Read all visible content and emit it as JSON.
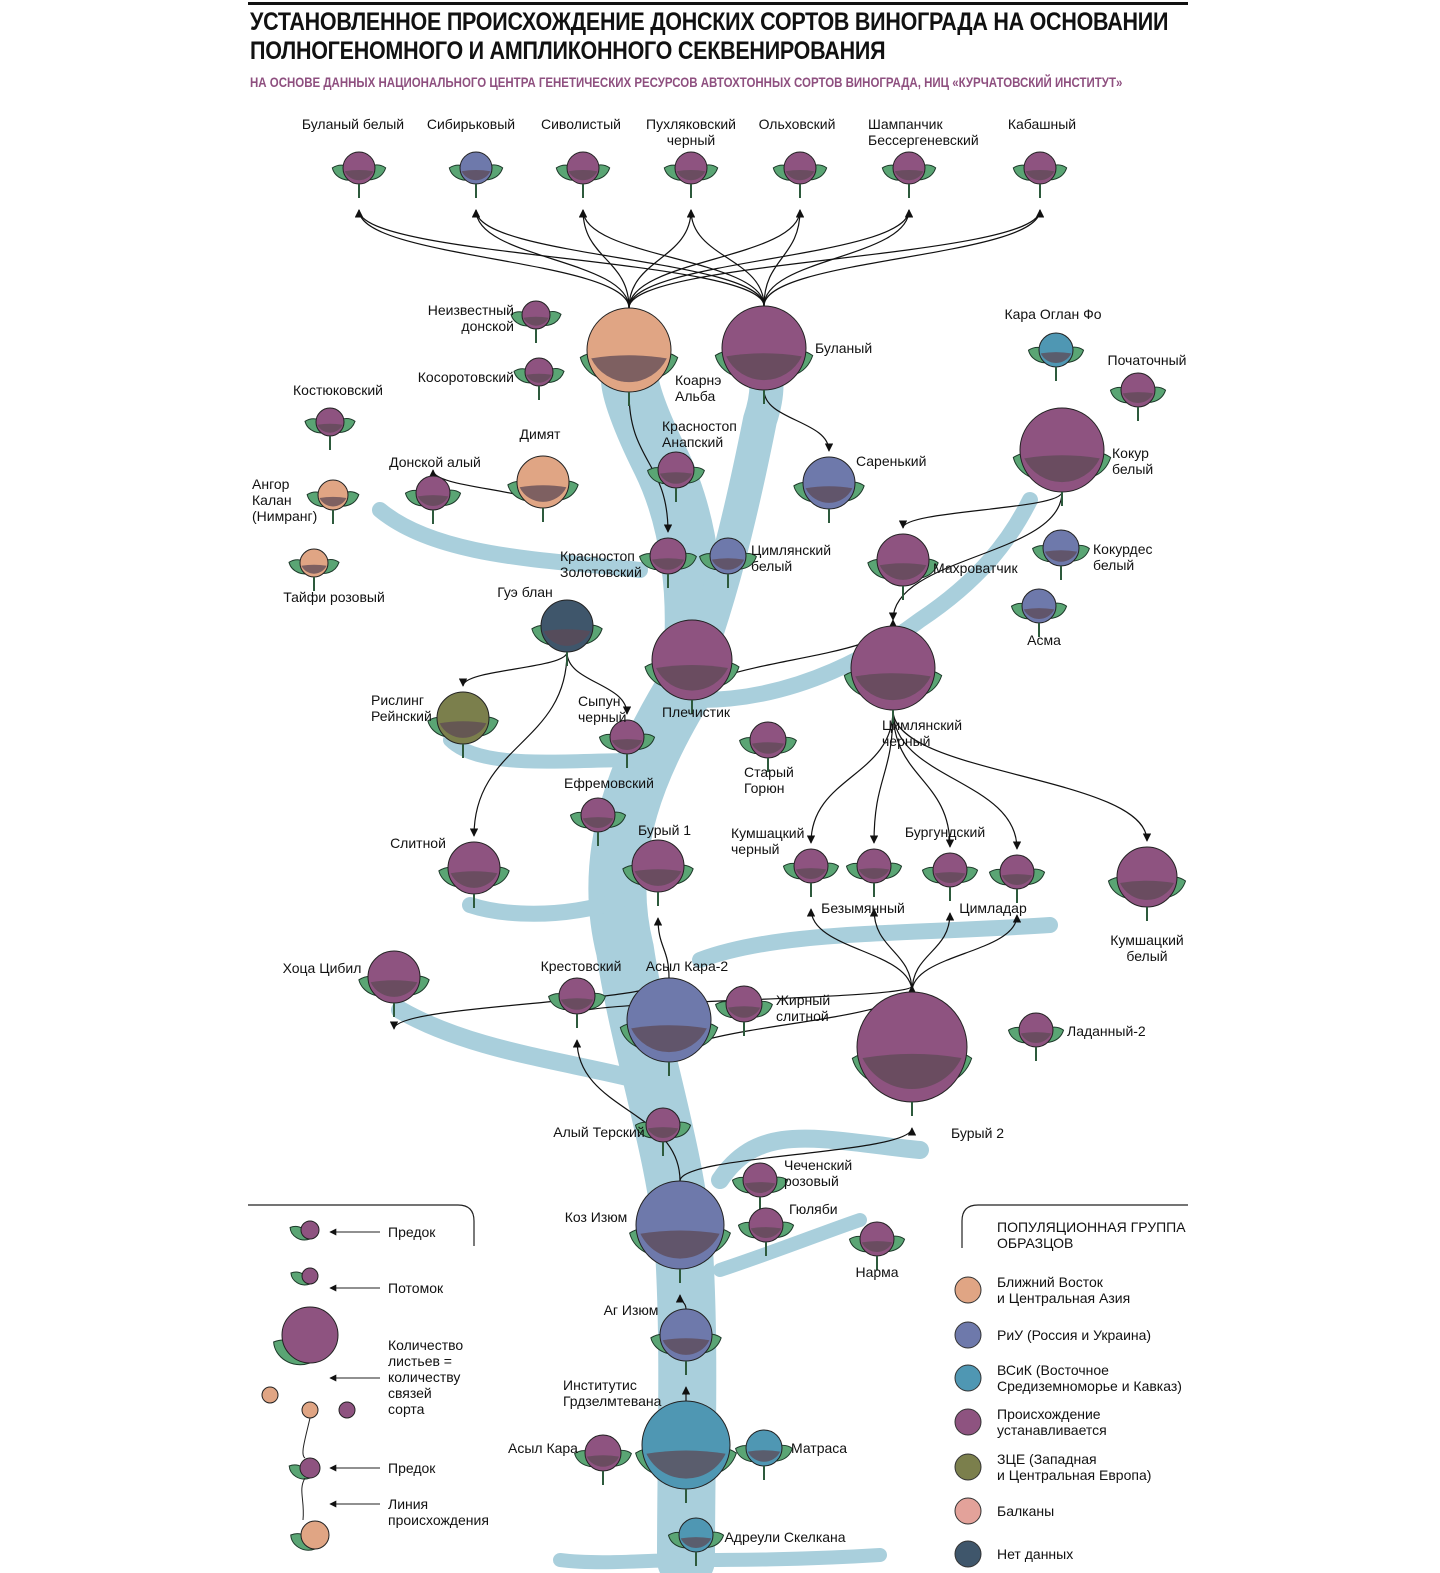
{
  "title": "УСТАНОВЛЕННОЕ ПРОИСХОЖДЕНИЕ ДОНСКИХ СОРТОВ ВИНОГРАДА НА ОСНОВАНИИ ПОЛНОГЕНОМНОГО И АМПЛИКОННОГО СЕКВЕНИРОВАНИЯ",
  "title_lines": [
    "УСТАНОВЛЕННОЕ ПРОИСХОЖДЕНИЕ ДОНСКИХ СОРТОВ ВИНОГРАДА НА ОСНОВАНИИ",
    "ПОЛНОГЕНОМНОГО И АМПЛИКОННОГО СЕКВЕНИРОВАНИЯ"
  ],
  "subtitle": "НА ОСНОВЕ ДАННЫХ НАЦИОНАЛЬНОГО ЦЕНТРА ГЕНЕТИЧЕСКИХ РЕСУРСОВ АВТОХТОННЫХ СОРТОВ ВИНОГРАДА, НИЦ «КУРЧАТОВСКИЙ ИНСТИТУТ»",
  "colors": {
    "near_east": "#e0a584",
    "riu": "#6e79ab",
    "vsik": "#4f97b3",
    "unknown": "#8e5380",
    "zce": "#7b7f4c",
    "balkans": "#e3a29a",
    "no_data": "#3f566b",
    "leaf": "#5aa574",
    "trunk": "#a9cfdc",
    "title_accent": "#8e4f7f"
  },
  "legend_groups": {
    "title_lines": [
      "ПОПУЛЯЦИОННАЯ ГРУППА",
      "ОБРАЗЦОВ"
    ],
    "items": [
      {
        "group": "near_east",
        "lines": [
          "Ближний Восток",
          "и Центральная Азия"
        ]
      },
      {
        "group": "riu",
        "lines": [
          "РиУ (Россия и Украина)"
        ]
      },
      {
        "group": "vsik",
        "lines": [
          "ВСиК (Восточное",
          "Средиземноморье и Кавказ)"
        ]
      },
      {
        "group": "unknown",
        "lines": [
          "Происхождение",
          "устанавливается"
        ]
      },
      {
        "group": "zce",
        "lines": [
          "ЗЦЕ (Западная",
          "и Центральная Европа)"
        ]
      },
      {
        "group": "balkans",
        "lines": [
          "Балканы"
        ]
      },
      {
        "group": "no_data",
        "lines": [
          "Нет данных"
        ]
      }
    ]
  },
  "legend_symbols": {
    "items": [
      {
        "lines": [
          "Предок"
        ]
      },
      {
        "lines": [
          "Потомок"
        ]
      },
      {
        "lines": [
          "Количество",
          "листьев =",
          "количеству",
          "связей",
          "сорта"
        ]
      },
      {
        "lines": [
          "Предок"
        ]
      },
      {
        "lines": [
          "Линия",
          "происхождения"
        ]
      }
    ]
  },
  "nodes": [
    {
      "name": "Буланый белый",
      "lines": [
        "Буланый белый"
      ],
      "group": "unknown"
    },
    {
      "name": "Сибирьковый",
      "lines": [
        "Сибирьковый"
      ],
      "group": "riu"
    },
    {
      "name": "Сиволистый",
      "lines": [
        "Сиволистый"
      ],
      "group": "unknown"
    },
    {
      "name": "Пухляковский черный",
      "lines": [
        "Пухляковский",
        "черный"
      ],
      "group": "unknown"
    },
    {
      "name": "Ольховский",
      "lines": [
        "Ольховский"
      ],
      "group": "unknown"
    },
    {
      "name": "Шампанчик Бессергеневский",
      "lines": [
        "Шампанчик",
        "Бессергеневский"
      ],
      "group": "unknown"
    },
    {
      "name": "Кабашный",
      "lines": [
        "Кабашный"
      ],
      "group": "unknown"
    },
    {
      "name": "Неизвестный донской",
      "lines": [
        "Неизвестный",
        "донской"
      ],
      "group": "unknown"
    },
    {
      "name": "Косоротовский",
      "lines": [
        "Косоротовский"
      ],
      "group": "unknown"
    },
    {
      "name": "Коарнэ Альба",
      "lines": [
        "Коарнэ",
        "Альба"
      ],
      "group": "near_east"
    },
    {
      "name": "Буланый",
      "lines": [
        "Буланый"
      ],
      "group": "unknown"
    },
    {
      "name": "Кара Оглан Фо",
      "lines": [
        "Кара Оглан Фо"
      ],
      "group": "vsik"
    },
    {
      "name": "Початочный",
      "lines": [
        "Початочный"
      ],
      "group": "unknown"
    },
    {
      "name": "Кокур белый",
      "lines": [
        "Кокур",
        "белый"
      ],
      "group": "unknown"
    },
    {
      "name": "Костюковский",
      "lines": [
        "Костюковский"
      ],
      "group": "unknown"
    },
    {
      "name": "Ангор Калан (Нимранг)",
      "lines": [
        "Ангор",
        "Калан",
        "(Нимранг)"
      ],
      "group": "near_east"
    },
    {
      "name": "Тайфи розовый",
      "lines": [
        "Тайфи розовый"
      ],
      "group": "near_east"
    },
    {
      "name": "Донской алый",
      "lines": [
        "Донской алый"
      ],
      "group": "unknown"
    },
    {
      "name": "Димят",
      "lines": [
        "Димят"
      ],
      "group": "near_east"
    },
    {
      "name": "Красностоп Анапский",
      "lines": [
        "Красностоп",
        "Анапский"
      ],
      "group": "unknown"
    },
    {
      "name": "Саренький",
      "lines": [
        "Саренький"
      ],
      "group": "riu"
    },
    {
      "name": "Красностоп Золотовский",
      "lines": [
        "Красностоп",
        "Золотовский"
      ],
      "group": "unknown"
    },
    {
      "name": "Цимлянский белый",
      "lines": [
        "Цимлянский",
        "белый"
      ],
      "group": "riu"
    },
    {
      "name": "Махроватчик",
      "lines": [
        "Махроватчик"
      ],
      "group": "unknown"
    },
    {
      "name": "Кокурдес белый",
      "lines": [
        "Кокурдес",
        "белый"
      ],
      "group": "riu"
    },
    {
      "name": "Асма",
      "lines": [
        "Асма"
      ],
      "group": "riu"
    },
    {
      "name": "Гуэ блан",
      "lines": [
        "Гуэ блан"
      ],
      "group": "no_data"
    },
    {
      "name": "Плечистик",
      "lines": [
        "Плечистик"
      ],
      "group": "unknown"
    },
    {
      "name": "Цимлянский черный",
      "lines": [
        "Цимлянский",
        "черный"
      ],
      "group": "unknown"
    },
    {
      "name": "Рислинг Рейнский",
      "lines": [
        "Рислинг",
        "Рейнский"
      ],
      "group": "zce"
    },
    {
      "name": "Сыпун черный",
      "lines": [
        "Сыпун",
        "черный"
      ],
      "group": "unknown"
    },
    {
      "name": "Старый Горюн",
      "lines": [
        "Старый",
        "Горюн"
      ],
      "group": "unknown"
    },
    {
      "name": "Ефремовский",
      "lines": [
        "Ефремовский"
      ],
      "group": "unknown"
    },
    {
      "name": "Бурый 1",
      "lines": [
        "Бурый 1"
      ],
      "group": "unknown"
    },
    {
      "name": "Слитной",
      "lines": [
        "Слитной"
      ],
      "group": "unknown"
    },
    {
      "name": "Кумшацкий черный",
      "lines": [
        "Кумшацкий",
        "черный"
      ],
      "group": "unknown"
    },
    {
      "name": "Безымянный",
      "lines": [
        "Безымянный"
      ],
      "group": "unknown"
    },
    {
      "name": "Бургундский",
      "lines": [
        "Бургундский"
      ],
      "group": "unknown"
    },
    {
      "name": "Цимладар",
      "lines": [
        "Цимладар"
      ],
      "group": "unknown"
    },
    {
      "name": "Кумшацкий белый",
      "lines": [
        "Кумшацкий",
        "белый"
      ],
      "group": "unknown"
    },
    {
      "name": "Хоца Цибил",
      "lines": [
        "Хоца Цибил"
      ],
      "group": "unknown"
    },
    {
      "name": "Крестовский",
      "lines": [
        "Крестовский"
      ],
      "group": "unknown"
    },
    {
      "name": "Асыл Кара-2",
      "lines": [
        "Асыл Кара-2"
      ],
      "group": "riu"
    },
    {
      "name": "Жирный слитной",
      "lines": [
        "Жирный",
        "слитной"
      ],
      "group": "unknown"
    },
    {
      "name": "Ладанный-2",
      "lines": [
        "Ладанный-2"
      ],
      "group": "unknown"
    },
    {
      "name": "Бурый 2",
      "lines": [
        "Бурый 2"
      ],
      "group": "unknown"
    },
    {
      "name": "Алый Терский",
      "lines": [
        "Алый Терский"
      ],
      "group": "unknown"
    },
    {
      "name": "Чеченский розовый",
      "lines": [
        "Чеченский",
        "розовый"
      ],
      "group": "unknown"
    },
    {
      "name": "Гюляби",
      "lines": [
        "Гюляби"
      ],
      "group": "unknown"
    },
    {
      "name": "Нарма",
      "lines": [
        "Нарма"
      ],
      "group": "unknown"
    },
    {
      "name": "Коз Изюм",
      "lines": [
        "Коз Изюм"
      ],
      "group": "riu"
    },
    {
      "name": "Аг Изюм",
      "lines": [
        "Аг Изюм"
      ],
      "group": "riu"
    },
    {
      "name": "Институтис Грдзелмтевана",
      "lines": [
        "Институтис",
        "Грдзелмтевана"
      ],
      "group": "vsik"
    },
    {
      "name": "Асыл Кара",
      "lines": [
        "Асыл Кара"
      ],
      "group": "unknown"
    },
    {
      "name": "Матраса",
      "lines": [
        "Матраса"
      ],
      "group": "vsik"
    },
    {
      "name": "Адреули Скелкана",
      "lines": [
        "Адреули Скелкана"
      ],
      "group": "vsik"
    }
  ],
  "edges": [
    [
      "Коарнэ Альба",
      "Буланый белый"
    ],
    [
      "Коарнэ Альба",
      "Сибирьковый"
    ],
    [
      "Коарнэ Альба",
      "Сиволистый"
    ],
    [
      "Коарнэ Альба",
      "Пухляковский черный"
    ],
    [
      "Коарнэ Альба",
      "Ольховский"
    ],
    [
      "Коарнэ Альба",
      "Шампанчик Бессергеневский"
    ],
    [
      "Коарнэ Альба",
      "Кабашный"
    ],
    [
      "Буланый",
      "Буланый белый"
    ],
    [
      "Буланый",
      "Сибирьковый"
    ],
    [
      "Буланый",
      "Сиволистый"
    ],
    [
      "Буланый",
      "Пухляковский черный"
    ],
    [
      "Буланый",
      "Ольховский"
    ],
    [
      "Буланый",
      "Шампанчик Бессергеневский"
    ],
    [
      "Буланый",
      "Кабашный"
    ],
    [
      "Коарнэ Альба",
      "Красностоп Золотовский"
    ],
    [
      "Димят",
      "Донской алый"
    ],
    [
      "Буланый",
      "Саренький"
    ],
    [
      "Гуэ блан",
      "Рислинг Рейнский"
    ],
    [
      "Гуэ блан",
      "Слитной"
    ],
    [
      "Гуэ блан",
      "Сыпун черный"
    ],
    [
      "Плечистик",
      "Цимлянский черный"
    ],
    [
      "Кокур белый",
      "Махроватчик"
    ],
    [
      "Кокур белый",
      "Цимлянский черный"
    ],
    [
      "Цимлянский черный",
      "Кумшацкий черный"
    ],
    [
      "Цимлянский черный",
      "Безымянный"
    ],
    [
      "Цимлянский черный",
      "Бургундский"
    ],
    [
      "Цимлянский черный",
      "Цимладар"
    ],
    [
      "Цимлянский черный",
      "Кумшацкий белый"
    ],
    [
      "Бурый 2",
      "Кумшацкий черный"
    ],
    [
      "Бурый 2",
      "Безымянный"
    ],
    [
      "Бурый 2",
      "Бургундский"
    ],
    [
      "Бурый 2",
      "Цимладар"
    ],
    [
      "Асыл Кара-2",
      "Бурый 1"
    ],
    [
      "Асыл Кара-2",
      "Хоца Цибил"
    ],
    [
      "Асыл Кара-2",
      "Бурый 2"
    ],
    [
      "Крестовский",
      "Бурый 2"
    ],
    [
      "Коз Изюм",
      "Бурый 2"
    ],
    [
      "Коз Изюм",
      "Крестовский"
    ],
    [
      "Аг Изюм",
      "Коз Изюм"
    ],
    [
      "Институтис Грдзелмтевана",
      "Аг Изюм"
    ]
  ]
}
